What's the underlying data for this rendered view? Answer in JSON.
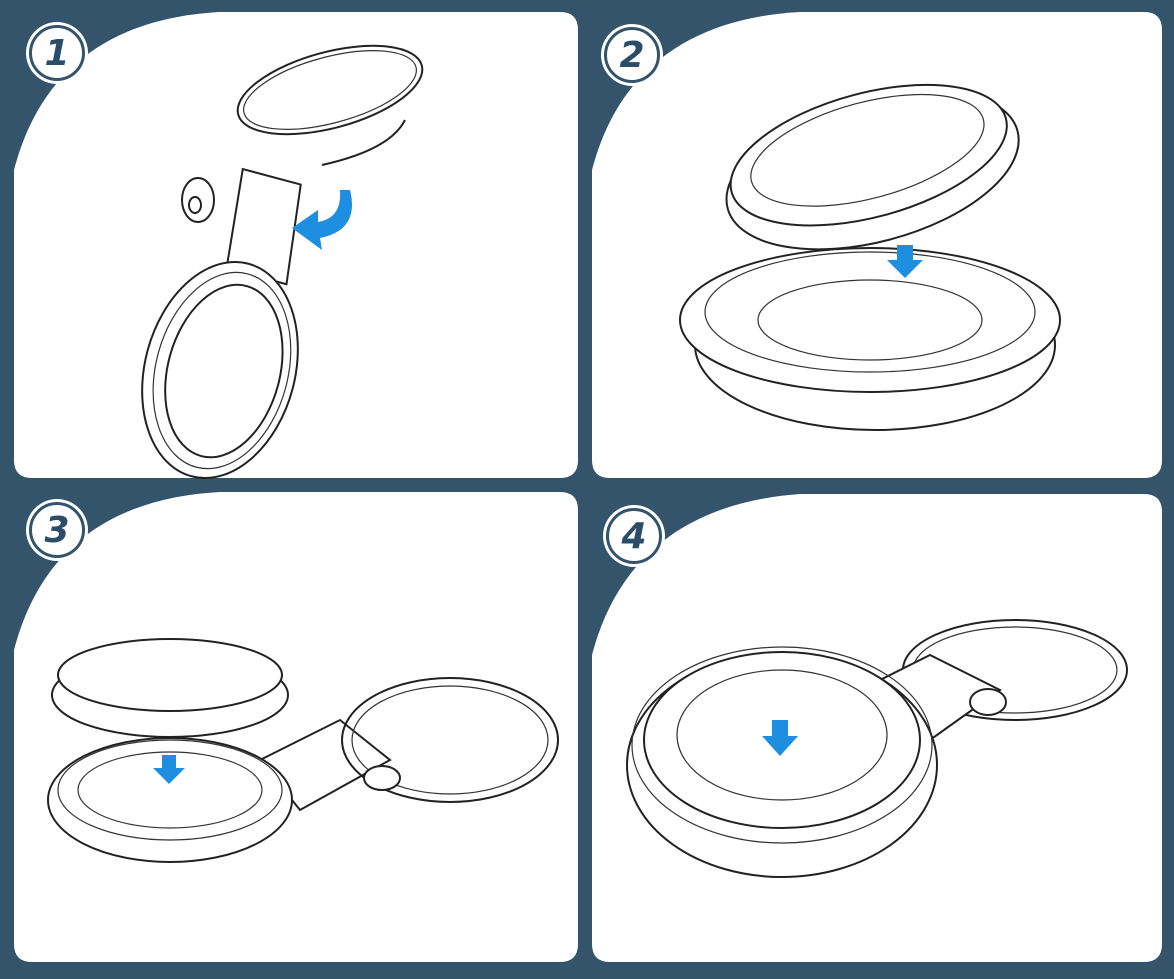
{
  "steps": [
    {
      "number": "1"
    },
    {
      "number": "2"
    },
    {
      "number": "3"
    },
    {
      "number": "4"
    }
  ],
  "colors": {
    "background": "#33546a",
    "arrow": "#1e8fe0",
    "badge_text": "#2b4d6a"
  }
}
